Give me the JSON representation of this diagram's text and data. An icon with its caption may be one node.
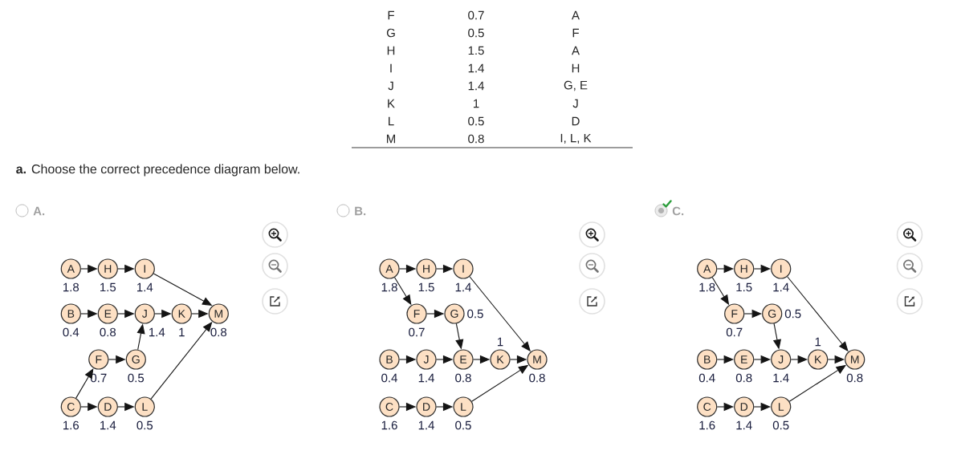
{
  "diagram": {
    "nodes": [
      {
        "text": [
          "A"
        ],
        "beside": [
          "1.8"
        ]
      },
      {
        "text": [
          "H"
        ],
        "beside": [
          "1.5"
        ]
      },
      {
        "text": [
          "I"
        ],
        "beside": [
          "1.4"
        ]
      },
      {
        "text": [
          "B"
        ],
        "beside": [
          "0.4"
        ]
      },
      {
        "text": [
          "E"
        ],
        "beside": [
          "0.8"
        ]
      },
      {
        "text": [
          "J"
        ],
        "beside": [
          "1.4"
        ]
      },
      {
        "text": [
          "K"
        ],
        "beside": [
          "1"
        ]
      },
      {
        "text": [
          "M"
        ],
        "beside": [
          "0.8"
        ]
      },
      {
        "text": [
          "F"
        ],
        "beside": [
          "0.7"
        ]
      },
      {
        "text": [
          "G"
        ],
        "beside": [
          "0.5"
        ]
      },
      {
        "text": [
          "C"
        ],
        "beside": [
          "1.6"
        ]
      },
      {
        "text": [
          "D"
        ],
        "beside": [
          "1.4"
        ]
      },
      {
        "text": [
          "L"
        ],
        "beside": [
          "0.5"
        ]
      },
      {
        "text": [
          "A"
        ],
        "beside": [
          "1.8"
        ]
      },
      {
        "text": [
          "H"
        ],
        "beside": [
          "1.5"
        ]
      },
      {
        "text": [
          "I"
        ],
        "beside": [
          "1.4"
        ]
      },
      {
        "text": [
          "F"
        ],
        "beside": [
          "0.7"
        ]
      },
      {
        "text": [
          "G"
        ],
        "beside": [
          "0.5"
        ]
      },
      {
        "text": [
          "B"
        ],
        "beside": [
          "0.4"
        ]
      },
      {
        "text": [
          "J"
        ],
        "beside": [
          "1.4"
        ]
      },
      {
        "text": [
          "E"
        ],
        "beside": [
          "0.8"
        ]
      },
      {
        "text": [
          "K"
        ],
        "beside": [
          "1"
        ]
      },
      {
        "text": [
          "M"
        ],
        "beside": [
          "0.8"
        ]
      },
      {
        "text": [
          "C"
        ],
        "beside": [
          "1.6"
        ]
      },
      {
        "text": [
          "D"
        ],
        "beside": [
          "1.4"
        ]
      },
      {
        "text": [
          "L"
        ],
        "beside": [
          "0.5"
        ]
      },
      {
        "text": [
          "A"
        ],
        "beside": [
          "1.8"
        ]
      },
      {
        "text": [
          "H"
        ],
        "beside": [
          "1.5"
        ]
      },
      {
        "text": [
          "I"
        ],
        "beside": [
          "1.4"
        ]
      },
      {
        "text": [
          "F"
        ],
        "beside": [
          "0.7"
        ]
      },
      {
        "text": [
          "G"
        ],
        "beside": [
          "0.5"
        ]
      },
      {
        "text": [
          "B"
        ],
        "beside": [
          "0.4"
        ]
      },
      {
        "text": [
          "E"
        ],
        "beside": [
          "0.8"
        ]
      },
      {
        "text": [
          "J"
        ],
        "beside": [
          "1.4"
        ]
      },
      {
        "text": [
          "K"
        ],
        "beside": [
          "1"
        ]
      },
      {
        "text": [
          "M"
        ],
        "beside": [
          "0.8"
        ]
      },
      {
        "text": [
          "C"
        ],
        "beside": [
          "1.6"
        ]
      },
      {
        "text": [
          "D"
        ],
        "beside": [
          "1.4"
        ]
      },
      {
        "text": [
          "L"
        ],
        "beside": [
          "0.5"
        ]
      }
    ],
    "edges": [
      {
        "from": 0,
        "to": 1,
        "arrow": "to"
      },
      {
        "from": 1,
        "to": 2,
        "arrow": "to"
      },
      {
        "from": 2,
        "to": 7,
        "arrow": "to"
      },
      {
        "from": 3,
        "to": 4,
        "arrow": "to"
      },
      {
        "from": 4,
        "to": 5,
        "arrow": "to"
      },
      {
        "from": 5,
        "to": 6,
        "arrow": "to"
      },
      {
        "from": 6,
        "to": 7,
        "arrow": "to"
      },
      {
        "from": 8,
        "to": 9,
        "arrow": "to"
      },
      {
        "from": 9,
        "to": 5,
        "arrow": "to"
      },
      {
        "from": 10,
        "to": 8,
        "arrow": "to"
      },
      {
        "from": 10,
        "to": 11,
        "arrow": "to"
      },
      {
        "from": 11,
        "to": 12,
        "arrow": "to"
      },
      {
        "from": 12,
        "to": 7,
        "arrow": "to"
      },
      {
        "from": 13,
        "to": 14,
        "arrow": "to"
      },
      {
        "from": 14,
        "to": 15,
        "arrow": "to"
      },
      {
        "from": 15,
        "to": 22,
        "arrow": "to"
      },
      {
        "from": 13,
        "to": 16,
        "arrow": "to"
      },
      {
        "from": 16,
        "to": 17,
        "arrow": "to"
      },
      {
        "from": 17,
        "to": 20,
        "arrow": "to"
      },
      {
        "from": 18,
        "to": 19,
        "arrow": "to"
      },
      {
        "from": 19,
        "to": 20,
        "arrow": "to"
      },
      {
        "from": 20,
        "to": 21,
        "arrow": "to"
      },
      {
        "from": 21,
        "to": 22,
        "arrow": "to"
      },
      {
        "from": 23,
        "to": 24,
        "arrow": "to"
      },
      {
        "from": 24,
        "to": 25,
        "arrow": "to"
      },
      {
        "from": 25,
        "to": 22,
        "arrow": "to"
      },
      {
        "from": 26,
        "to": 27,
        "arrow": "to"
      },
      {
        "from": 27,
        "to": 28,
        "arrow": "to"
      },
      {
        "from": 28,
        "to": 35,
        "arrow": "to"
      },
      {
        "from": 26,
        "to": 29,
        "arrow": "to"
      },
      {
        "from": 29,
        "to": 30,
        "arrow": "to"
      },
      {
        "from": 30,
        "to": 33,
        "arrow": "to"
      },
      {
        "from": 31,
        "to": 32,
        "arrow": "to"
      },
      {
        "from": 32,
        "to": 33,
        "arrow": "to"
      },
      {
        "from": 33,
        "to": 34,
        "arrow": "to"
      },
      {
        "from": 34,
        "to": 35,
        "arrow": "to"
      },
      {
        "from": 36,
        "to": 37,
        "arrow": "to"
      },
      {
        "from": 37,
        "to": 38,
        "arrow": "to"
      },
      {
        "from": 38,
        "to": 35,
        "arrow": "to"
      }
    ],
    "labels": [
      "F",
      "0.7",
      "A",
      "G",
      "0.5",
      "F",
      "H",
      "1.5",
      "A",
      "I",
      "1.4",
      "H",
      "J",
      "1.4",
      "G, E",
      "K",
      "1",
      "J",
      "L",
      "0.5",
      "D",
      "M",
      "0.8",
      "I, L, K",
      "**a.** Choose the correct precedence diagram below.",
      "A.",
      "B.",
      "C."
    ]
  }
}
